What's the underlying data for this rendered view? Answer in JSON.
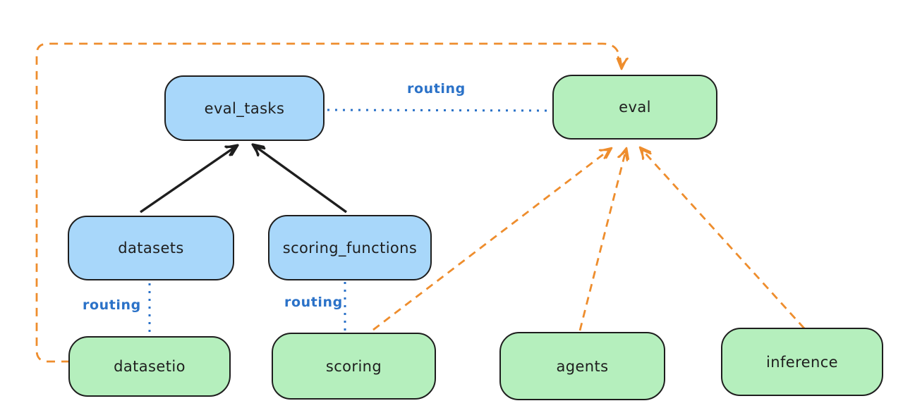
{
  "diagram": {
    "colors": {
      "node_stroke": "#1e1e1e",
      "blue_fill": "#a8d7fa",
      "green_fill": "#b5efbd",
      "orange_edge": "#ee8d2d",
      "blue_edge": "#2b72c8"
    },
    "nodes": [
      {
        "id": "eval_tasks",
        "label": "eval_tasks",
        "kind": "blue"
      },
      {
        "id": "eval",
        "label": "eval",
        "kind": "green"
      },
      {
        "id": "datasets",
        "label": "datasets",
        "kind": "blue"
      },
      {
        "id": "scoring_functions",
        "label": "scoring_functions",
        "kind": "blue"
      },
      {
        "id": "datasetio",
        "label": "datasetio",
        "kind": "green"
      },
      {
        "id": "scoring",
        "label": "scoring",
        "kind": "green"
      },
      {
        "id": "agents",
        "label": "agents",
        "kind": "green"
      },
      {
        "id": "inference",
        "label": "inference",
        "kind": "green"
      }
    ],
    "edge_labels": [
      {
        "id": "routing-evaltasks-eval",
        "text": "routing"
      },
      {
        "id": "routing-datasets-datasetio",
        "text": "routing"
      },
      {
        "id": "routing-scoringfns-scoring",
        "text": "routing"
      }
    ]
  }
}
